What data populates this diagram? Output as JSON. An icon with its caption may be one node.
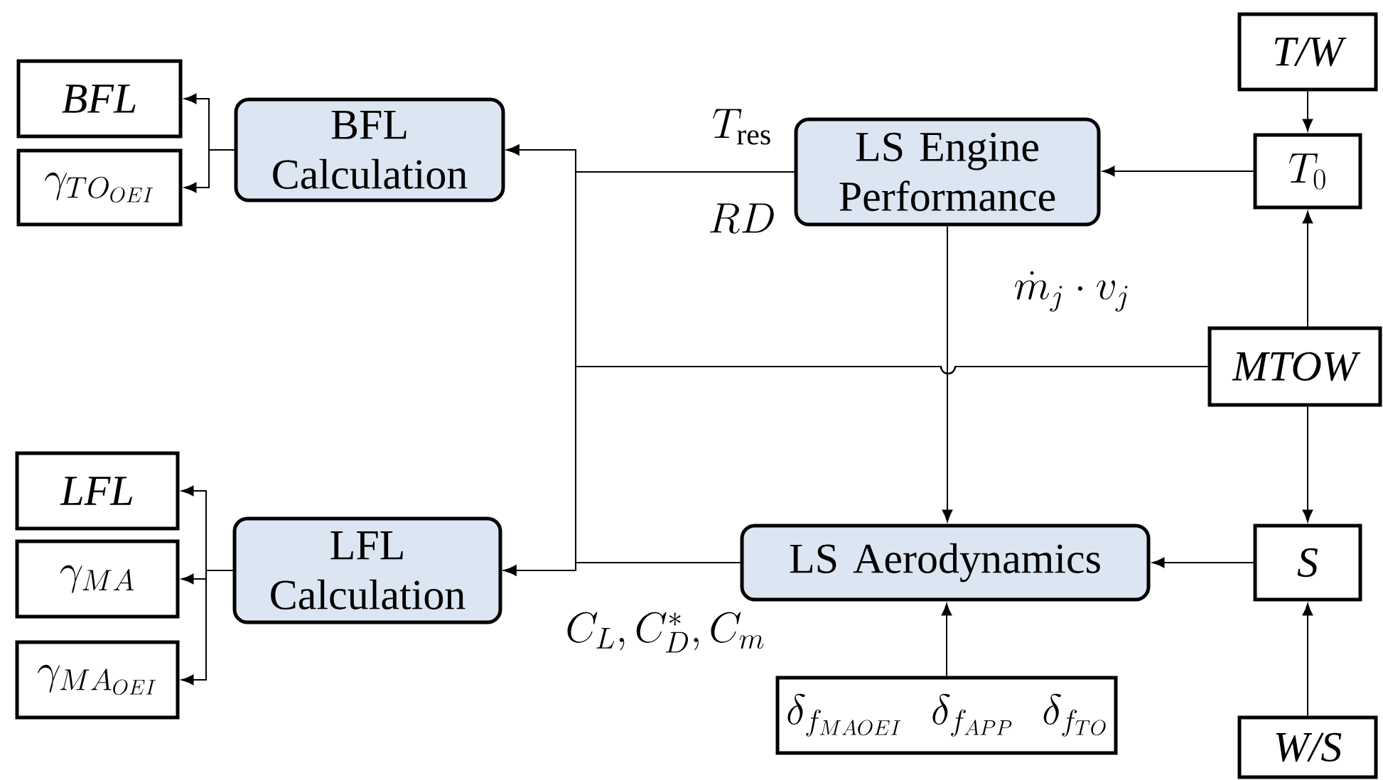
{
  "diagram": {
    "nodes": [
      {
        "text": [
          "BFL"
        ]
      },
      {
        "text": [
          "\\gamma_{TO_{OEI}}"
        ]
      },
      {
        "text": [
          "BFL Calculation"
        ]
      },
      {
        "text": [
          "LFL"
        ]
      },
      {
        "text": [
          "\\gamma_{MA}"
        ]
      },
      {
        "text": [
          "\\gamma_{MA_{OEI}}"
        ]
      },
      {
        "text": [
          "LFL Calculation"
        ]
      },
      {
        "text": [
          "LS Engine Performance"
        ]
      },
      {
        "text": [
          "T/W"
        ]
      },
      {
        "text": [
          "T_0"
        ]
      },
      {
        "text": [
          "MTOW"
        ]
      },
      {
        "text": [
          "LS Aerodynamics"
        ]
      },
      {
        "text": [
          "S"
        ]
      },
      {
        "text": [
          "\\delta_{f_{MAOEI}}\\ \\ \\delta_{f_{APP}}\\ \\ \\delta_{f_{TO}}"
        ]
      },
      {
        "text": [
          "W/S"
        ]
      }
    ],
    "edges": [
      {
        "from": 9,
        "to": 7,
        "arrow": "to"
      },
      {
        "from": 8,
        "to": 9,
        "arrow": "to"
      },
      {
        "from": 10,
        "to": 9,
        "arrow": "to"
      },
      {
        "from": 10,
        "to": 12,
        "arrow": "to"
      },
      {
        "from": 14,
        "to": 12,
        "arrow": "to"
      },
      {
        "from": 12,
        "to": 11,
        "arrow": "to"
      },
      {
        "from": 13,
        "to": 11,
        "arrow": "to"
      },
      {
        "from": 7,
        "to": 11,
        "arrow": "to",
        "label": "\\dot{m}_j \\cdot v_j"
      },
      {
        "from": 7,
        "to": 2,
        "arrow": "to",
        "label": "T_{\\mathrm{res}}"
      },
      {
        "from": 7,
        "to": 6,
        "arrow": "to",
        "label": "RD"
      },
      {
        "from": 10,
        "to": 2,
        "arrow": "to"
      },
      {
        "from": 10,
        "to": 6,
        "arrow": "to"
      },
      {
        "from": 11,
        "to": 2,
        "arrow": "to"
      },
      {
        "from": 11,
        "to": 6,
        "arrow": "to",
        "label": "C_L, C_D^*, C_m"
      },
      {
        "from": 2,
        "to": 0,
        "arrow": "to"
      },
      {
        "from": 2,
        "to": 1,
        "arrow": "to"
      },
      {
        "from": 6,
        "to": 3,
        "arrow": "to"
      },
      {
        "from": 6,
        "to": 4,
        "arrow": "to"
      },
      {
        "from": 6,
        "to": 5,
        "arrow": "to"
      }
    ]
  }
}
